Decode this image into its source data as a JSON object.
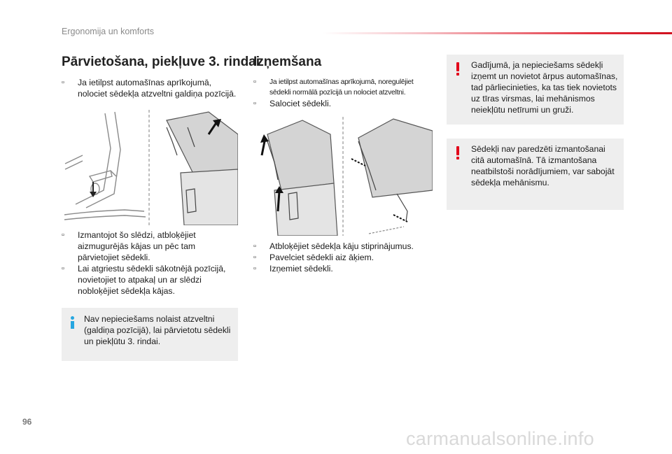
{
  "header": {
    "section_title": "Ergonomija un komforts"
  },
  "page_number": "96",
  "watermark": "carmanualsonline.info",
  "left": {
    "title": "Pārvietošana, piekļuve 3. rindai",
    "intro": [
      {
        "mark": "",
        "line1": "Ja ietilpst automašīnas aprīkojumā,",
        "line2": "nolociet sēdekļa atzveltni galdiņa pozīcijā."
      }
    ],
    "steps": [
      {
        "mark": "",
        "lines": [
          "Izmantojot šo slēdzi, atbloķējiet",
          "aizmugurējās kājas un pēc tam",
          "pārvietojiet sēdekli."
        ]
      },
      {
        "mark": "",
        "lines": [
          "Lai atgriestu sēdekli sākotnējā pozīcijā,",
          "novietojiet to atpakaļ un ar slēdzi",
          "nobloķējiet sēdekļa kājas."
        ]
      }
    ],
    "info_box": {
      "lines": [
        "Nav nepieciešams nolaist atzveltni",
        "(galdiņa pozīcijā), lai pārvietotu sēdekli",
        "un piekļūtu 3. rindai."
      ]
    }
  },
  "middle": {
    "title": "Izņemšana",
    "intro": [
      {
        "mark": "",
        "lines": [
          "Ja ietilpst automašīnas aprīkojumā, noregulējiet",
          "sēdekli normālā pozīcijā un nolociet atzveltni."
        ]
      },
      {
        "mark": "",
        "lines": [
          "Salociet sēdekli."
        ]
      }
    ],
    "steps": [
      {
        "mark": "",
        "text": "Atbloķējiet sēdekļa kāju stiprinājumus."
      },
      {
        "mark": "",
        "text": "Pavelciet sēdekli aiz āķiem."
      },
      {
        "mark": "",
        "text": "Izņemiet sēdekli."
      }
    ]
  },
  "right": {
    "warnings": [
      {
        "lines": [
          "Gadījumā, ja nepieciešams sēdekļi",
          "izņemt un novietot ārpus automašīnas,",
          "tad pārliecinieties, ka tas tiek novietots",
          "uz tīras virsmas, lai mehānismos",
          "neiekļūtu netīrumi un gruži."
        ]
      },
      {
        "lines": [
          "Sēdekļi nav paredzēti izmantošanai",
          "citā automašīnā. Tā izmantošana",
          "neatbilstoši norādījumiem, var sabojāt",
          "sēdekļa mehānismu."
        ]
      }
    ]
  },
  "colors": {
    "accent_red": "#e2001a",
    "info_blue": "#26a6e0",
    "box_grey": "#eeeeee"
  },
  "icons": {
    "bullet": "checkbox-bullet-icon",
    "warning": "warning-exclamation-icon",
    "info": "info-icon"
  }
}
